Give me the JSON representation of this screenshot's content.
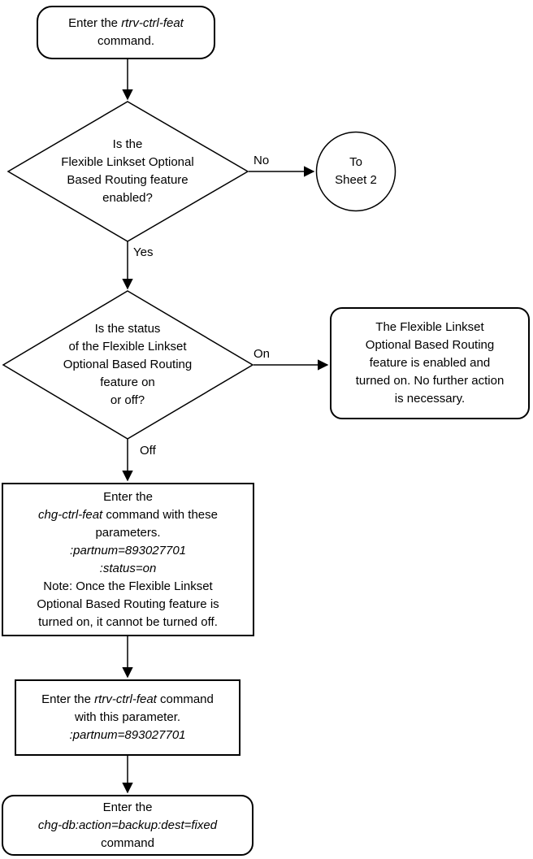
{
  "diagram": {
    "type": "flowchart",
    "colors": {
      "stroke": "#000000",
      "fill": "#ffffff",
      "text": "#000000"
    },
    "nodes": {
      "start": {
        "shape": "rounded-rect",
        "line1_prefix": "Enter the ",
        "line1_command": "rtrv-ctrl-feat",
        "line2": "command."
      },
      "decision_enabled": {
        "shape": "diamond",
        "lines": [
          "Is the",
          "Flexible Linkset Optional",
          "Based Routing feature",
          "enabled?"
        ]
      },
      "offpage_connector": {
        "shape": "circle",
        "lines": [
          "To",
          "Sheet 2"
        ]
      },
      "decision_status": {
        "shape": "diamond",
        "lines": [
          "Is the status",
          "of the Flexible Linkset",
          "Optional Based Routing",
          "feature on",
          "or off?"
        ]
      },
      "result_on": {
        "shape": "rounded-rect",
        "lines": [
          "The Flexible Linkset",
          "Optional Based Routing",
          "feature is enabled and",
          "turned on. No further action",
          "is necessary."
        ]
      },
      "process_chg_ctrl_feat": {
        "shape": "rect",
        "line1": "Enter the",
        "command": "chg-ctrl-feat",
        "line2_rest": " command with these",
        "line3": "parameters.",
        "param1": ":partnum=893027701",
        "param2": ":status=on",
        "note_line1": "Note: Once the Flexible Linkset",
        "note_line2": "Optional Based Routing feature is",
        "note_line3": "turned on, it cannot be turned off."
      },
      "process_rtrv_ctrl_feat": {
        "shape": "rect",
        "line1_prefix": "Enter the ",
        "command": "rtrv-ctrl-feat",
        "line1_suffix": " command",
        "line2": "with this parameter.",
        "param": ":partnum=893027701"
      },
      "process_backup": {
        "shape": "rounded-rect",
        "line1": "Enter the",
        "command": "chg-db:action=backup:dest=fixed",
        "line3": "command"
      }
    },
    "edge_labels": {
      "no": "No",
      "yes": "Yes",
      "on": "On",
      "off": "Off"
    }
  }
}
